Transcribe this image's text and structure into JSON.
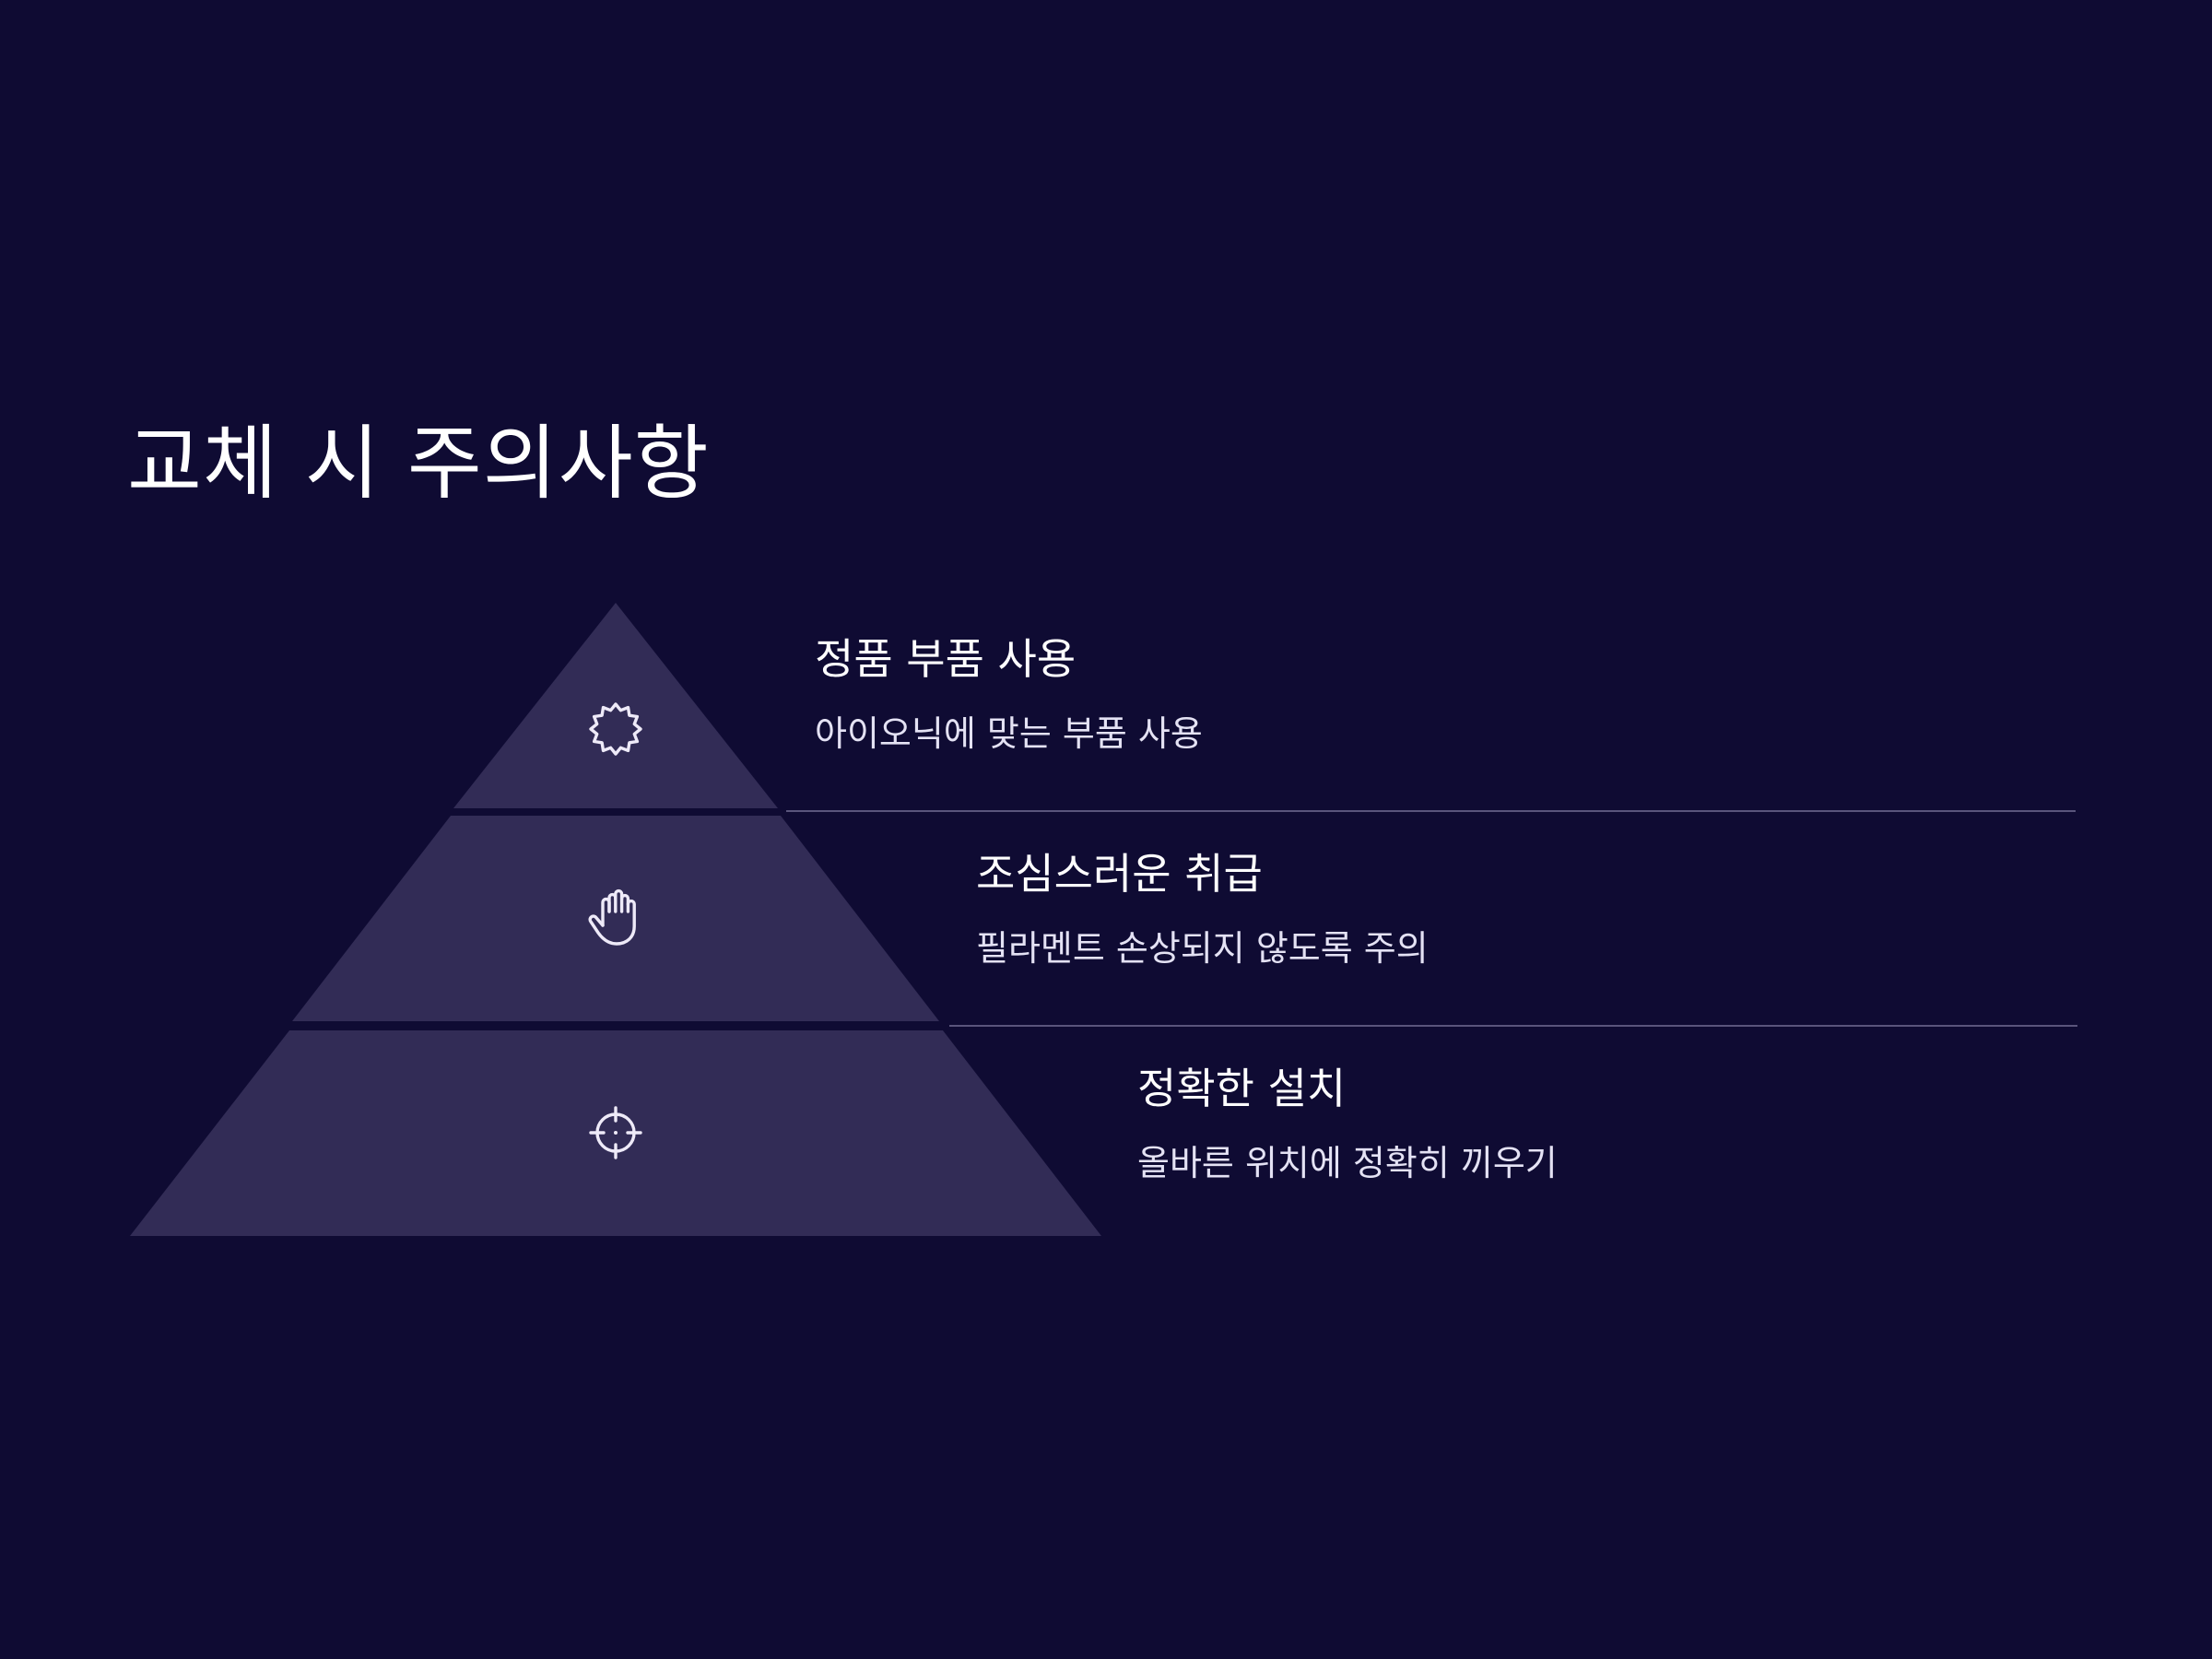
{
  "slide": {
    "title": "교체 시 주의사항",
    "colors": {
      "background": "#0f0b33",
      "pyramid_fill": "#322c56",
      "icon_stroke": "#eeeaf8",
      "divider": "#5a557c"
    }
  },
  "levels": [
    {
      "icon": "badge-icon",
      "title": "정품 부품 사용",
      "description": "아이오닉에 맞는 부품 사용"
    },
    {
      "icon": "hand-icon",
      "title": "조심스러운 취급",
      "description": "필라멘트 손상되지 않도록 주의"
    },
    {
      "icon": "crosshair-icon",
      "title": "정확한 설치",
      "description": "올바른 위치에 정확히 끼우기"
    }
  ]
}
